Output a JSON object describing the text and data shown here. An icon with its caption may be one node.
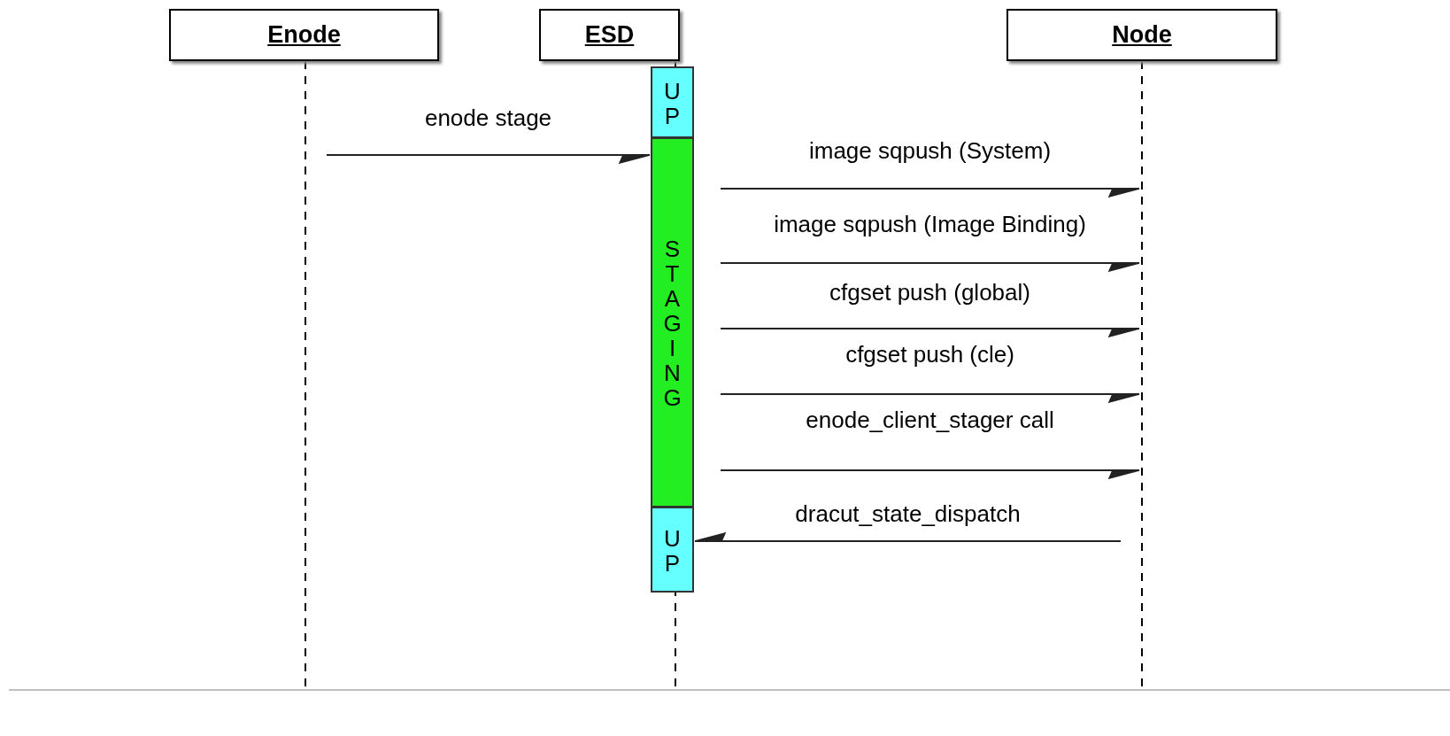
{
  "diagram": {
    "nodes": [
      {
        "text": [
          "Enode"
        ]
      },
      {
        "text": [
          "ESD"
        ]
      },
      {
        "text": [
          "Node"
        ]
      },
      {
        "text": [
          "UP"
        ]
      },
      {
        "text": [
          "STAGING"
        ]
      },
      {
        "text": [
          "UP"
        ]
      }
    ],
    "edges": [
      {
        "from": 0,
        "to": 4,
        "arrow": "to",
        "label": "enode stage"
      },
      {
        "from": 4,
        "to": 2,
        "arrow": "to",
        "label": "image sqpush (System)"
      },
      {
        "from": 4,
        "to": 2,
        "arrow": "to",
        "label": "image sqpush (Image Binding)"
      },
      {
        "from": 4,
        "to": 2,
        "arrow": "to",
        "label": "cfgset push (global)"
      },
      {
        "from": 4,
        "to": 2,
        "arrow": "to",
        "label": "cfgset push (cle)"
      },
      {
        "from": 4,
        "to": 2,
        "arrow": "to",
        "label": "enode_client_stager call"
      },
      {
        "from": 2,
        "to": 5,
        "arrow": "to",
        "label": "dracut_state_dispatch"
      }
    ]
  }
}
